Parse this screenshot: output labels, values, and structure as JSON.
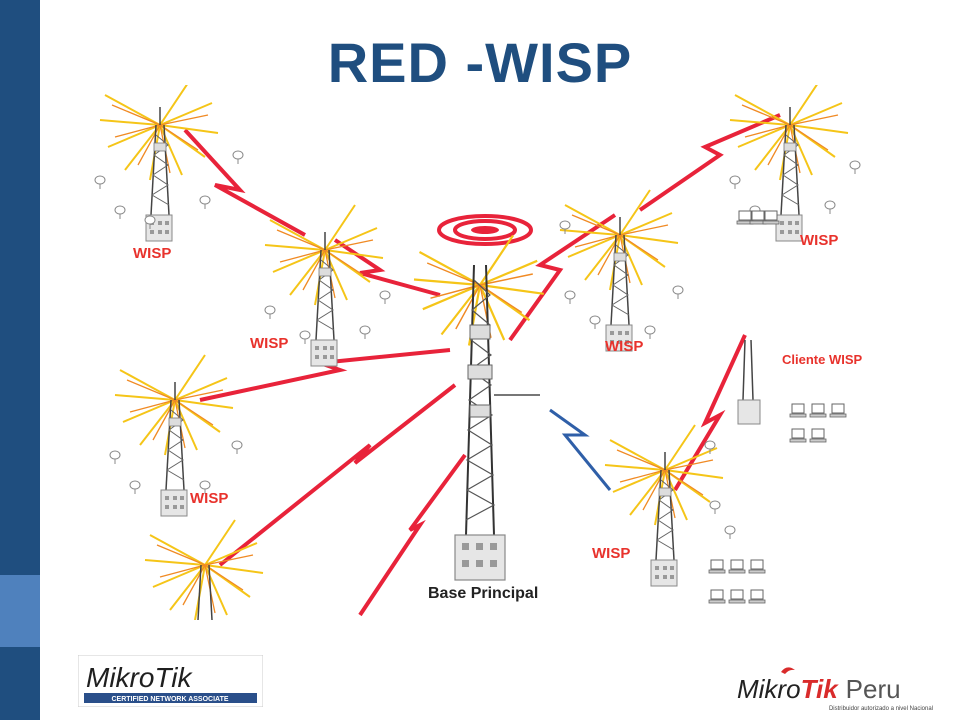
{
  "slide": {
    "title": "RED -WISP"
  },
  "labels": {
    "wisp_top_left": "WISP",
    "wisp_mid_left": "WISP",
    "wisp_center_right": "WISP",
    "wisp_top_right": "WISP",
    "wisp_left": "WISP",
    "wisp_bottom_right": "WISP",
    "cliente_wisp": "Cliente WISP",
    "base_principal": "Base Principal"
  },
  "logos": {
    "left_brand": "MikroTik",
    "left_subtitle": "CERTIFIED NETWORK ASSOCIATE",
    "right_brand_a": "Mikro",
    "right_brand_b": "Tik",
    "right_brand_c": "Peru",
    "right_subtitle": "Distribuidor autorizado a nivel Nacional"
  },
  "colors": {
    "sidebar": "#1f4e7f",
    "sidebar_accent": "#4f81bd",
    "title": "#1f4e7f",
    "link_red": "#e8233a",
    "link_blue": "#2f5fa8",
    "wisp_label": "#e8322c",
    "signal": "#f5c518"
  }
}
